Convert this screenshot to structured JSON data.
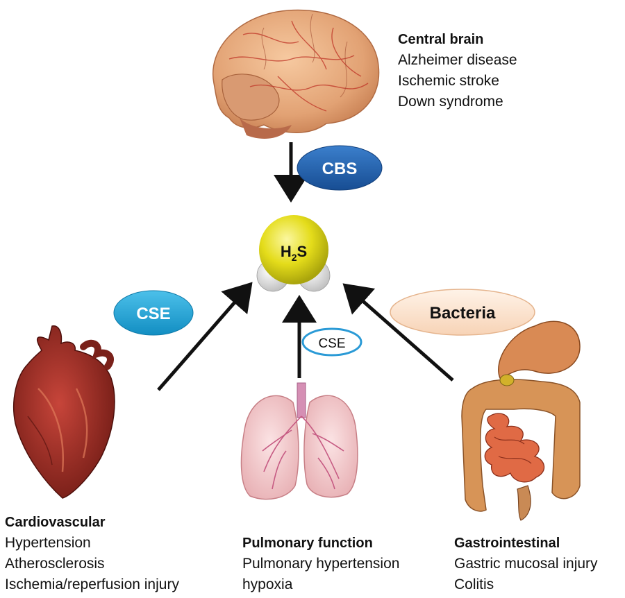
{
  "center": {
    "molecule_H": "H",
    "molecule_sub": "2",
    "molecule_S": "S"
  },
  "badges": {
    "cbs": "CBS",
    "cse_left": "CSE",
    "cse_lung": "CSE",
    "bacteria": "Bacteria"
  },
  "organs": {
    "brain": {
      "title": "Central brain",
      "items": [
        "Alzheimer disease",
        "Ischemic stroke",
        "Down syndrome"
      ]
    },
    "cardiovascular": {
      "title": "Cardiovascular",
      "items": [
        "Hypertension",
        "Atherosclerosis",
        "Ischemia/reperfusion injury"
      ]
    },
    "pulmonary": {
      "title": "Pulmonary function",
      "items": [
        "Pulmonary hypertension",
        "hypoxia"
      ]
    },
    "gastrointestinal": {
      "title": "Gastrointestinal",
      "items": [
        "Gastric mucosal injury",
        "Colitis"
      ]
    }
  },
  "colors": {
    "cbs_fill": "#1f5fae",
    "cse_fill": "#1aa3d6",
    "cse_outline": "#2a9ad6",
    "bacteria_fill": "#fbe3cf",
    "sulfur": "#e6e020",
    "arrow": "#111111"
  }
}
